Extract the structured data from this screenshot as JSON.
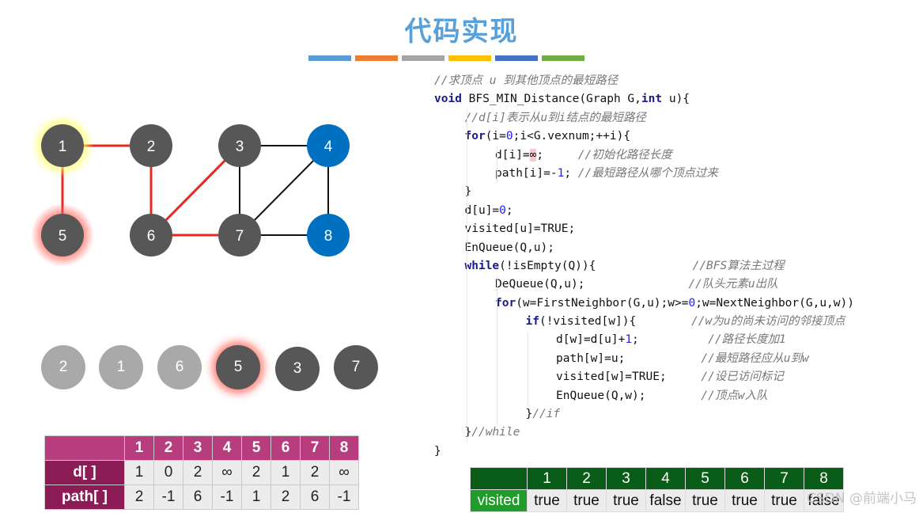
{
  "title": "代码实现",
  "title_bar_colors": [
    "#5b9bd5",
    "#ed7d31",
    "#a5a5a5",
    "#ffc000",
    "#4472c4",
    "#70ad47"
  ],
  "graph": {
    "nodes": [
      {
        "id": "1",
        "style": "dark",
        "glow": "yellow"
      },
      {
        "id": "2",
        "style": "dark",
        "glow": ""
      },
      {
        "id": "3",
        "style": "dark",
        "glow": ""
      },
      {
        "id": "4",
        "style": "blue",
        "glow": ""
      },
      {
        "id": "5",
        "style": "dark",
        "glow": "red"
      },
      {
        "id": "6",
        "style": "dark",
        "glow": ""
      },
      {
        "id": "7",
        "style": "dark",
        "glow": ""
      },
      {
        "id": "8",
        "style": "blue",
        "glow": ""
      }
    ],
    "edges": [
      {
        "from": "1",
        "to": "2",
        "color": "red"
      },
      {
        "from": "1",
        "to": "5",
        "color": "red"
      },
      {
        "from": "2",
        "to": "6",
        "color": "red"
      },
      {
        "from": "6",
        "to": "3",
        "color": "red"
      },
      {
        "from": "6",
        "to": "7",
        "color": "red"
      },
      {
        "from": "3",
        "to": "4",
        "color": "black"
      },
      {
        "from": "3",
        "to": "7",
        "color": "black"
      },
      {
        "from": "7",
        "to": "4",
        "color": "black"
      },
      {
        "from": "7",
        "to": "8",
        "color": "black"
      },
      {
        "from": "4",
        "to": "8",
        "color": "black"
      }
    ],
    "colors": {
      "dark": "#575757",
      "blue": "#0070c0",
      "red": "#e8281e",
      "black": "#111111"
    }
  },
  "queue": [
    {
      "label": "2",
      "style": "light",
      "glow": false
    },
    {
      "label": "1",
      "style": "light",
      "glow": false
    },
    {
      "label": "6",
      "style": "light",
      "glow": false
    },
    {
      "label": "5",
      "style": "dark",
      "glow": true
    },
    {
      "label": "3",
      "style": "dark",
      "glow": false
    },
    {
      "label": "7",
      "style": "dark",
      "glow": false
    }
  ],
  "dist_table": {
    "headers": [
      "1",
      "2",
      "3",
      "4",
      "5",
      "6",
      "7",
      "8"
    ],
    "rows": [
      {
        "label": "d[ ]",
        "values": [
          "1",
          "0",
          "2",
          "∞",
          "2",
          "1",
          "2",
          "∞"
        ]
      },
      {
        "label": "path[ ]",
        "values": [
          "2",
          "-1",
          "6",
          "-1",
          "1",
          "2",
          "6",
          "-1"
        ]
      }
    ]
  },
  "code": {
    "lines": [
      {
        "comment": "//求顶点 u 到其他顶点的最短路径"
      },
      {
        "keyword": "void",
        "text": " BFS_MIN_Distance(Graph G,",
        "keyword2": "int",
        "text2": " u){"
      },
      {
        "comment": "//d[i]表示从u到i结点的最短路径"
      },
      {
        "keyword": "for",
        "text": "(i=",
        "num": "0",
        "text2": ";i<G.vexnum;++i){"
      },
      {
        "text": "d[i]=",
        "hl": "∞",
        "text2": ";     ",
        "comment": "//初始化路径长度"
      },
      {
        "text": "path[i]=-",
        "num": "1",
        "text2": "; ",
        "comment": "//最短路径从哪个顶点过来"
      },
      {
        "text": "}"
      },
      {
        "text": "d[u]=",
        "num": "0",
        "text2": ";"
      },
      {
        "text": "visited[u]=TRUE;"
      },
      {
        "text": "EnQueue(Q,u);"
      },
      {
        "keyword": "while",
        "text": "(!isEmpty(Q)){",
        "pad": "              ",
        "comment": "//BFS算法主过程"
      },
      {
        "text": "DeQueue(Q,u);",
        "pad": "               ",
        "comment": "//队头元素u出队"
      },
      {
        "keyword": "for",
        "text": "(w=FirstNeighbor(G,u);w>=",
        "num": "0",
        "text2": ";w=NextNeighbor(G,u,w))"
      },
      {
        "keyword": "if",
        "text": "(!visited[w]){",
        "pad": "        ",
        "comment": "//w为u的尚未访问的邻接顶点"
      },
      {
        "text": "d[w]=d[u]+",
        "num": "1",
        "text2": ";",
        "pad": "          ",
        "comment": "//路径长度加1"
      },
      {
        "text": "path[w]=u;",
        "pad": "           ",
        "comment": "//最短路径应从u到w"
      },
      {
        "text": "visited[w]=TRUE;",
        "pad": "     ",
        "comment": "//设已访问标记"
      },
      {
        "text": "EnQueue(Q,w);",
        "pad": "        ",
        "comment": "//顶点w入队"
      },
      {
        "text": "}",
        "comment": "//if"
      },
      {
        "text": "}",
        "comment": "//while"
      },
      {
        "text": "}"
      }
    ],
    "indents": [
      0,
      0,
      1,
      1,
      2,
      2,
      1,
      1,
      1,
      1,
      1,
      2,
      2,
      3,
      4,
      4,
      4,
      4,
      3,
      1,
      0
    ]
  },
  "visited_table": {
    "label": "visited",
    "headers": [
      "1",
      "2",
      "3",
      "4",
      "5",
      "6",
      "7",
      "8"
    ],
    "values": [
      "true",
      "true",
      "true",
      "false",
      "true",
      "true",
      "true",
      "false"
    ]
  },
  "watermark": "CSDN @前端小马"
}
